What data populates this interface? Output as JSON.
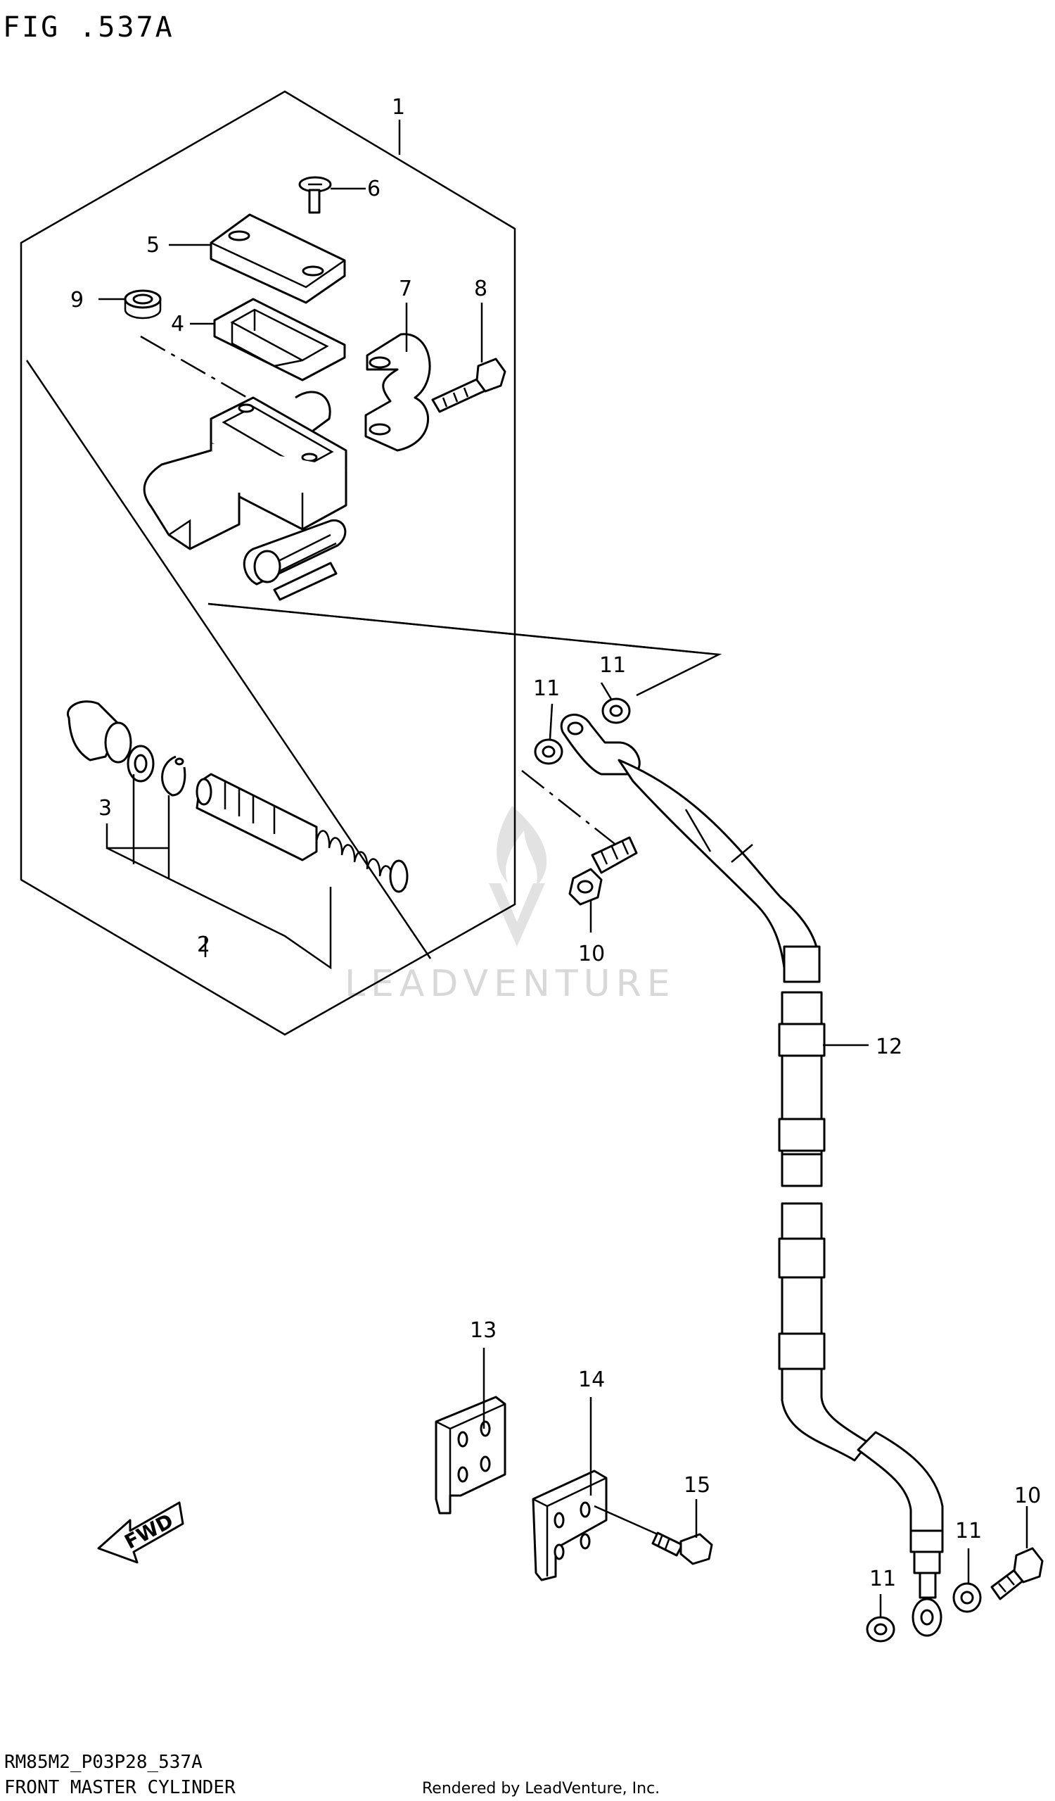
{
  "figure_title": "FIG .537A",
  "footer": {
    "model_code": "RM85M2_P03P28_537A",
    "section_name": "FRONT MASTER CYLINDER",
    "rendered_by": "Rendered by LeadVenture, Inc."
  },
  "watermark": "LEADVENTURE",
  "direction_tag": "FWD",
  "callouts": {
    "c1": "1",
    "c2": "2",
    "c3": "3",
    "c4": "4",
    "c5": "5",
    "c6": "6",
    "c7": "7",
    "c8": "8",
    "c9": "9",
    "c10a": "10",
    "c10b": "10",
    "c11a": "11",
    "c11b": "11",
    "c11c": "11",
    "c11d": "11",
    "c12": "12",
    "c13": "13",
    "c14": "14",
    "c15": "15"
  },
  "colors": {
    "line": "#000000",
    "background": "#ffffff",
    "watermark": "#d8d8d8"
  }
}
